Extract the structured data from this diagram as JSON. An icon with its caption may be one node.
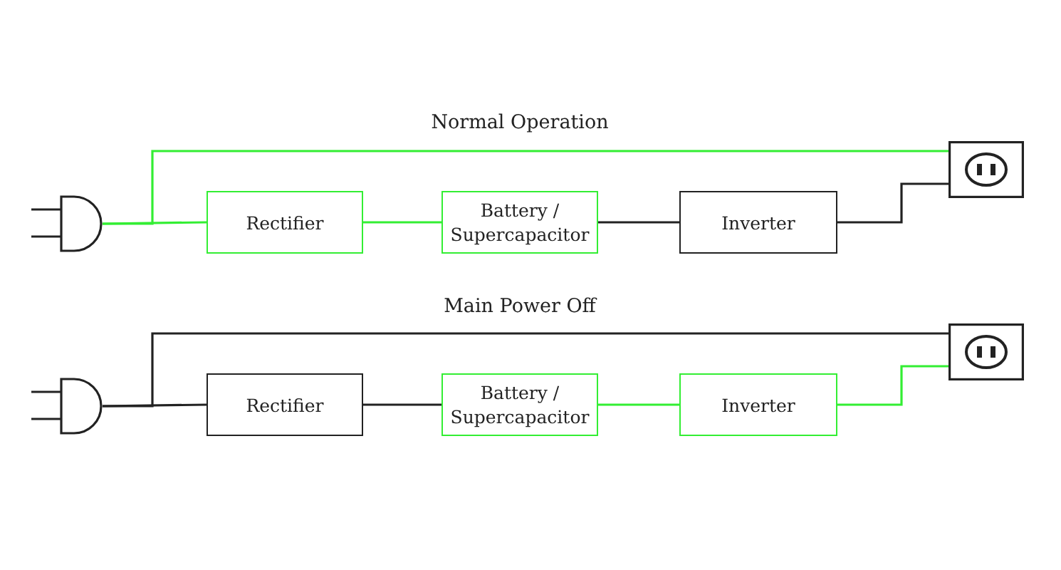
{
  "diagram": {
    "nodes": [
      {
        "text": [],
        "shape": "picture"
      },
      {
        "text": [
          "Rectifier"
        ]
      },
      {
        "text": [
          "Battery / Supercapacitor"
        ]
      },
      {
        "text": [
          "Inverter"
        ]
      },
      {
        "text": [],
        "shape": "picture"
      },
      {
        "text": [],
        "shape": "picture"
      },
      {
        "text": [
          "Rectifier"
        ]
      },
      {
        "text": [
          "Battery / Supercapacitor"
        ]
      },
      {
        "text": [
          "Inverter"
        ]
      },
      {
        "text": [],
        "shape": "picture"
      }
    ],
    "edges": [
      {
        "from": 0,
        "to": 1,
        "arrow": "none",
        "color": "#33ee33"
      },
      {
        "from": 0,
        "to": 4,
        "arrow": "none",
        "color": "#33ee33"
      },
      {
        "from": 1,
        "to": 2,
        "arrow": "none",
        "color": "#33ee33"
      },
      {
        "from": 2,
        "to": 3,
        "arrow": "none",
        "color": "#222222"
      },
      {
        "from": 3,
        "to": 4,
        "arrow": "none",
        "color": "#222222"
      },
      {
        "from": 5,
        "to": 6,
        "arrow": "none",
        "color": "#222222"
      },
      {
        "from": 5,
        "to": 9,
        "arrow": "none",
        "color": "#222222"
      },
      {
        "from": 6,
        "to": 7,
        "arrow": "none",
        "color": "#222222"
      },
      {
        "from": 7,
        "to": 8,
        "arrow": "none",
        "color": "#33ee33"
      },
      {
        "from": 8,
        "to": 9,
        "arrow": "none",
        "color": "#33ee33"
      }
    ],
    "labels": [
      "Normal Operation",
      "Main Power Off"
    ]
  }
}
